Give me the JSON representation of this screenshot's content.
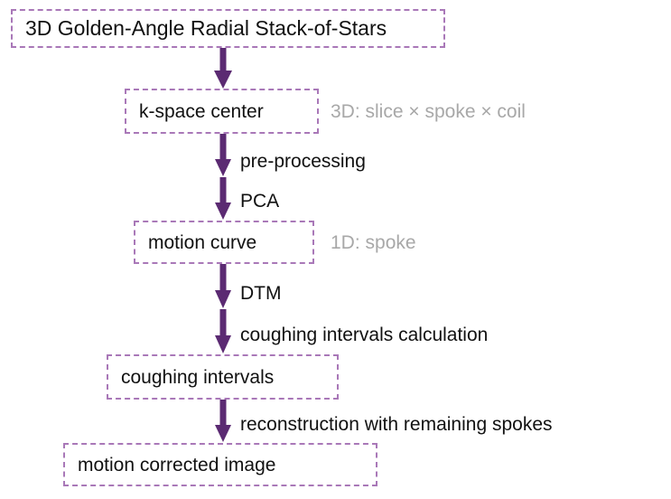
{
  "diagram": {
    "title_node": {
      "label": "3D Golden-Angle Radial Stack-of-Stars"
    },
    "nodes": [
      {
        "id": "stack-of-stars",
        "label": "3D Golden-Angle Radial Stack-of-Stars"
      },
      {
        "id": "k-space-center",
        "label": "k-space center"
      },
      {
        "id": "motion-curve",
        "label": "motion curve"
      },
      {
        "id": "coughing-intervals",
        "label": "coughing intervals"
      },
      {
        "id": "motion-corrected-image",
        "label": "motion corrected image"
      }
    ],
    "edge_labels": [
      {
        "id": "pre-processing",
        "label": "pre-processing"
      },
      {
        "id": "pca",
        "label": "PCA"
      },
      {
        "id": "dtm",
        "label": "DTM"
      },
      {
        "id": "coughing-intervals-calculation",
        "label": "coughing intervals calculation"
      },
      {
        "id": "reconstruction",
        "label": "reconstruction with remaining spokes"
      }
    ],
    "annotations": [
      {
        "id": "dim-3d",
        "label": "3D: slice × spoke × coil"
      },
      {
        "id": "dim-1d",
        "label": "1D: spoke"
      }
    ],
    "colors": {
      "node_border": "#a978b8",
      "arrow": "#5b2a72",
      "text": "#111111",
      "annotation_text": "#a8a8a8",
      "background": "#ffffff"
    }
  }
}
